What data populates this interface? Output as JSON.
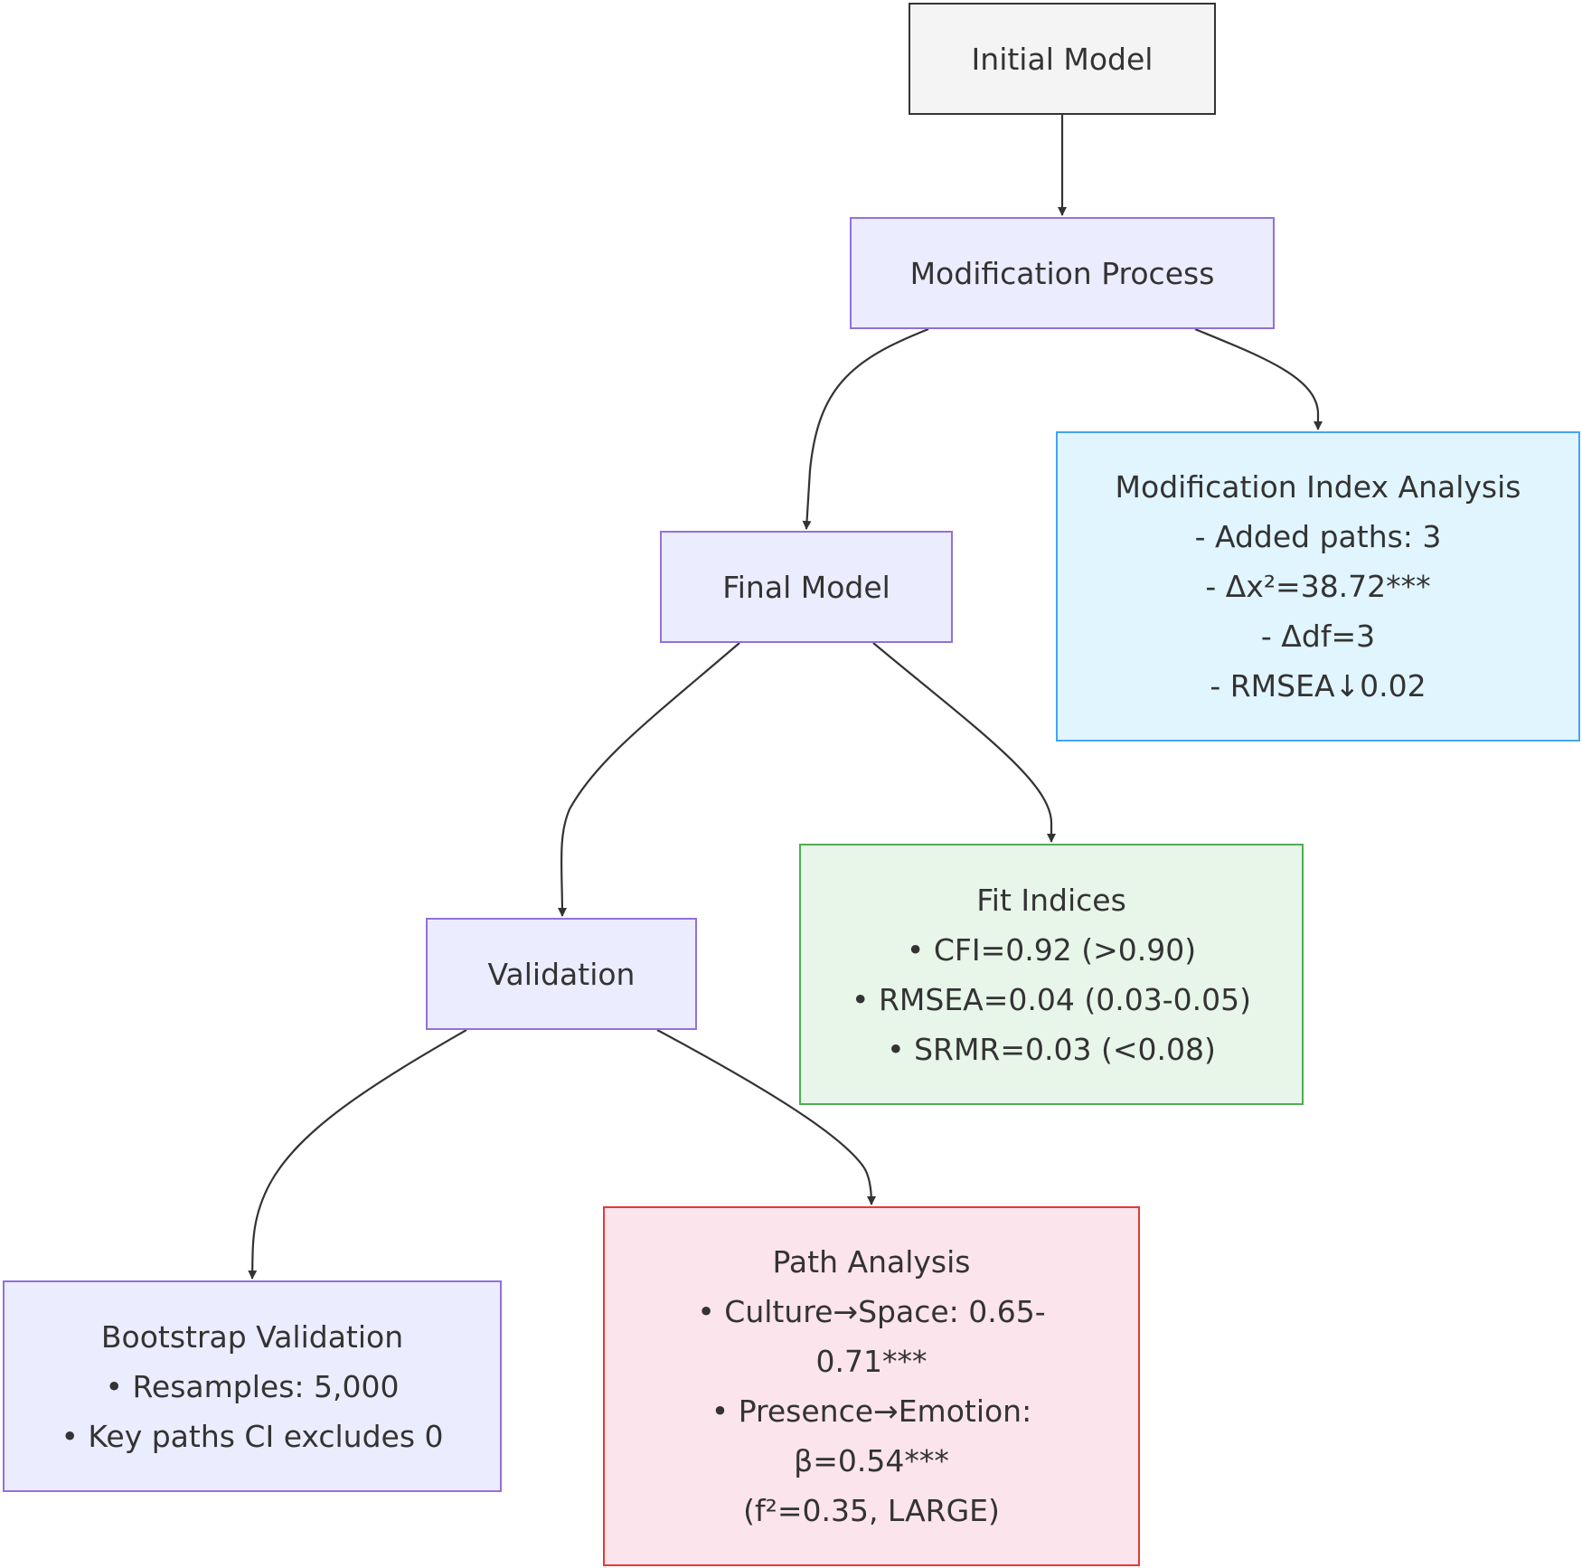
{
  "nodes": {
    "initial_model": {
      "lines": [
        "Initial Model"
      ]
    },
    "modification_process": {
      "lines": [
        "Modification Process"
      ]
    },
    "final_model": {
      "lines": [
        "Final Model"
      ]
    },
    "modification_index_analysis": {
      "lines": [
        "Modification Index Analysis",
        "- Added paths: 3",
        "- Δx²=38.72***",
        "- Δdf=3",
        "- RMSEA↓0.02"
      ]
    },
    "validation": {
      "lines": [
        "Validation"
      ]
    },
    "fit_indices": {
      "lines": [
        "Fit Indices",
        "• CFI=0.92 (>0.90)",
        "• RMSEA=0.04 (0.03-0.05)",
        "• SRMR=0.03 (<0.08)"
      ]
    },
    "bootstrap_validation": {
      "lines": [
        "Bootstrap Validation",
        "• Resamples: 5,000",
        "• Key paths CI excludes 0"
      ]
    },
    "path_analysis": {
      "lines": [
        "Path Analysis",
        "• Culture→Space: 0.65-",
        "0.71***",
        "• Presence→Emotion:",
        "β=0.54***",
        "(f²=0.35, LARGE)"
      ]
    }
  },
  "colors": {
    "edge": "#333333",
    "default_fill": "#ECECFF",
    "default_border": "#9370DB",
    "initial_fill": "#F4F4F4",
    "mi_fill": "#E1F5FE",
    "mi_border": "#42A5F5",
    "fit_fill": "#E8F5E9",
    "fit_border": "#4CAF50",
    "path_fill": "#FCE4EC",
    "path_border": "#E53935"
  }
}
